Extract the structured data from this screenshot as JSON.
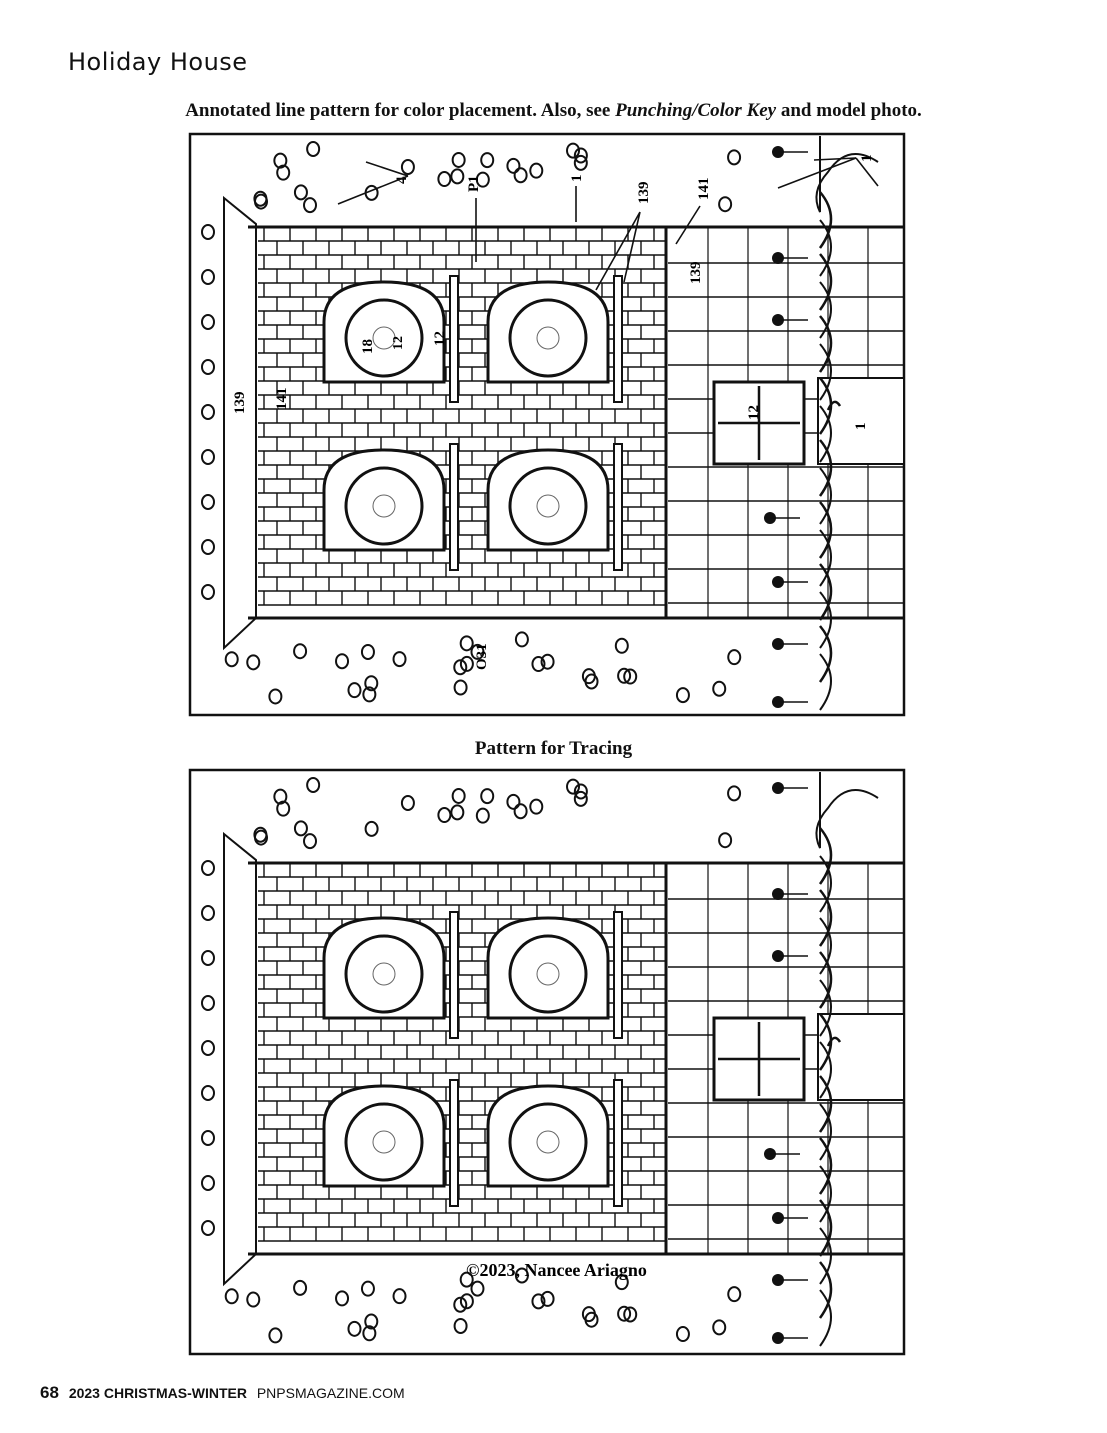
{
  "header": {
    "section_title": "Holiday House"
  },
  "top_caption": {
    "lead": "Annotated line pattern for color placement. Also, see ",
    "emphasis": "Punching/Color Key",
    "tail": " and model photo."
  },
  "annotations": {
    "a4": "4",
    "p1": "P1",
    "a1_top": "1",
    "a139_top": "139",
    "a141_top": "141",
    "a1_roof": "1",
    "a139_right": "139",
    "a139_left": "139",
    "a141_left": "141",
    "a18": "18",
    "a12_circle": "12",
    "a12_arch": "12",
    "a12_window": "12",
    "a1_door": "1",
    "a031": "O31"
  },
  "tracing_caption": "Pattern for Tracing",
  "copyright": "©2023, Nancee Ariagno",
  "footer": {
    "page_number": "68",
    "issue": "2023 CHRISTMAS-WINTER",
    "site": "PNPSMAGAZINE.COM"
  }
}
